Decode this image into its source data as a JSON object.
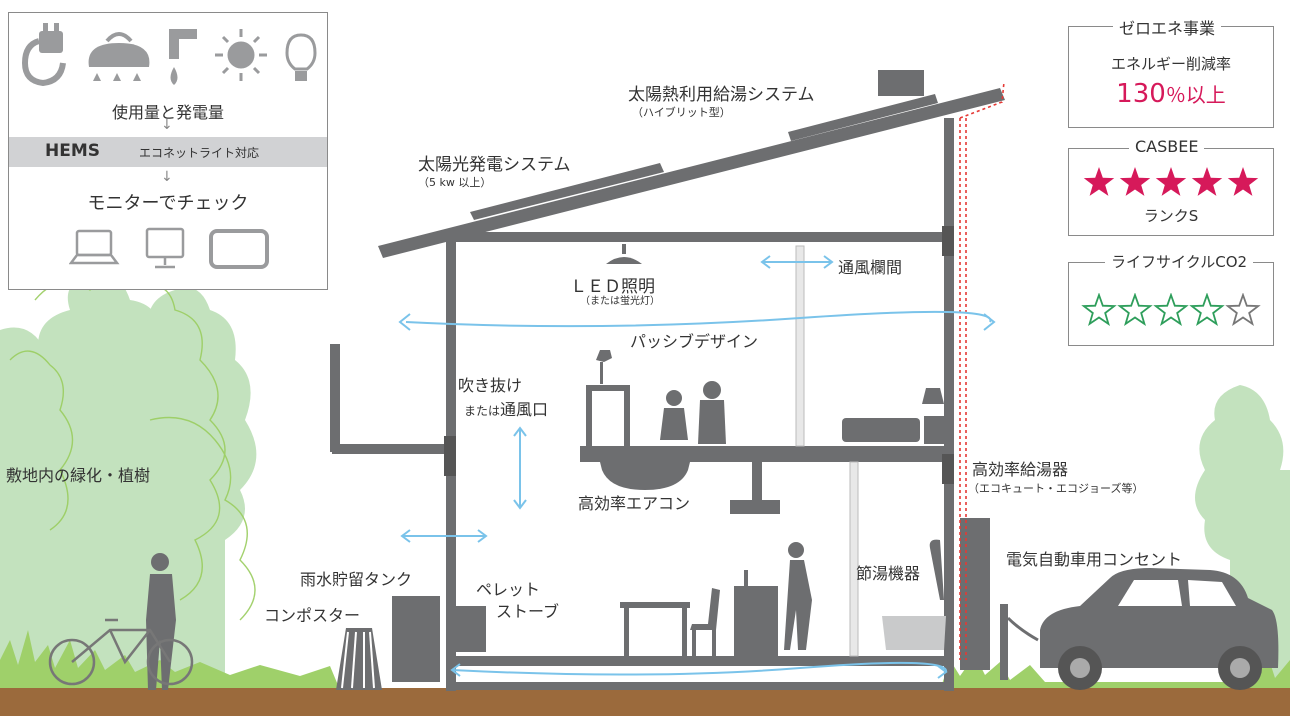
{
  "hems": {
    "usage_label": "使用量と発電量",
    "hems_name": "HEMS",
    "hems_note": "エコネットライト対応",
    "monitor_label": "モニターでチェック"
  },
  "zeroene": {
    "title": "ゼロエネ事業",
    "subtitle": "エネルギー削減率",
    "value": "130",
    "unit": "％以上"
  },
  "casbee": {
    "title": "CASBEE",
    "rank": "ランクS",
    "stars_filled": 5,
    "stars_total": 5,
    "star_color": "#d6195a"
  },
  "lifecycle": {
    "title": "ライフサイクルCO2",
    "stars_filled": 4,
    "stars_total": 5,
    "star_color": "#2e9e5b"
  },
  "labels": {
    "solar_thermal": "太陽熱利用給湯システム",
    "solar_thermal_sub": "（ハイブリット型）",
    "solar_pv": "太陽光発電システム",
    "solar_pv_sub": "（5 kw 以上）",
    "led": "ＬＥＤ照明",
    "led_sub": "（または蛍光灯）",
    "transom": "通風欄間",
    "passive": "パッシブデザイン",
    "atrium": "吹き抜け",
    "atrium_sub": "または",
    "atrium_sub2": "通風口",
    "aircon": "高効率エアコン",
    "water_heater": "高効率給湯器",
    "water_heater_sub": "（エコキュート・エコジョーズ等）",
    "greening": "敷地内の緑化・植樹",
    "rain_tank": "雨水貯留タンク",
    "composter": "コンポスター",
    "pellet": "ペレット",
    "pellet2": "ストーブ",
    "water_saving": "節湯機器",
    "ev_outlet": "電気自動車用コンセント"
  }
}
